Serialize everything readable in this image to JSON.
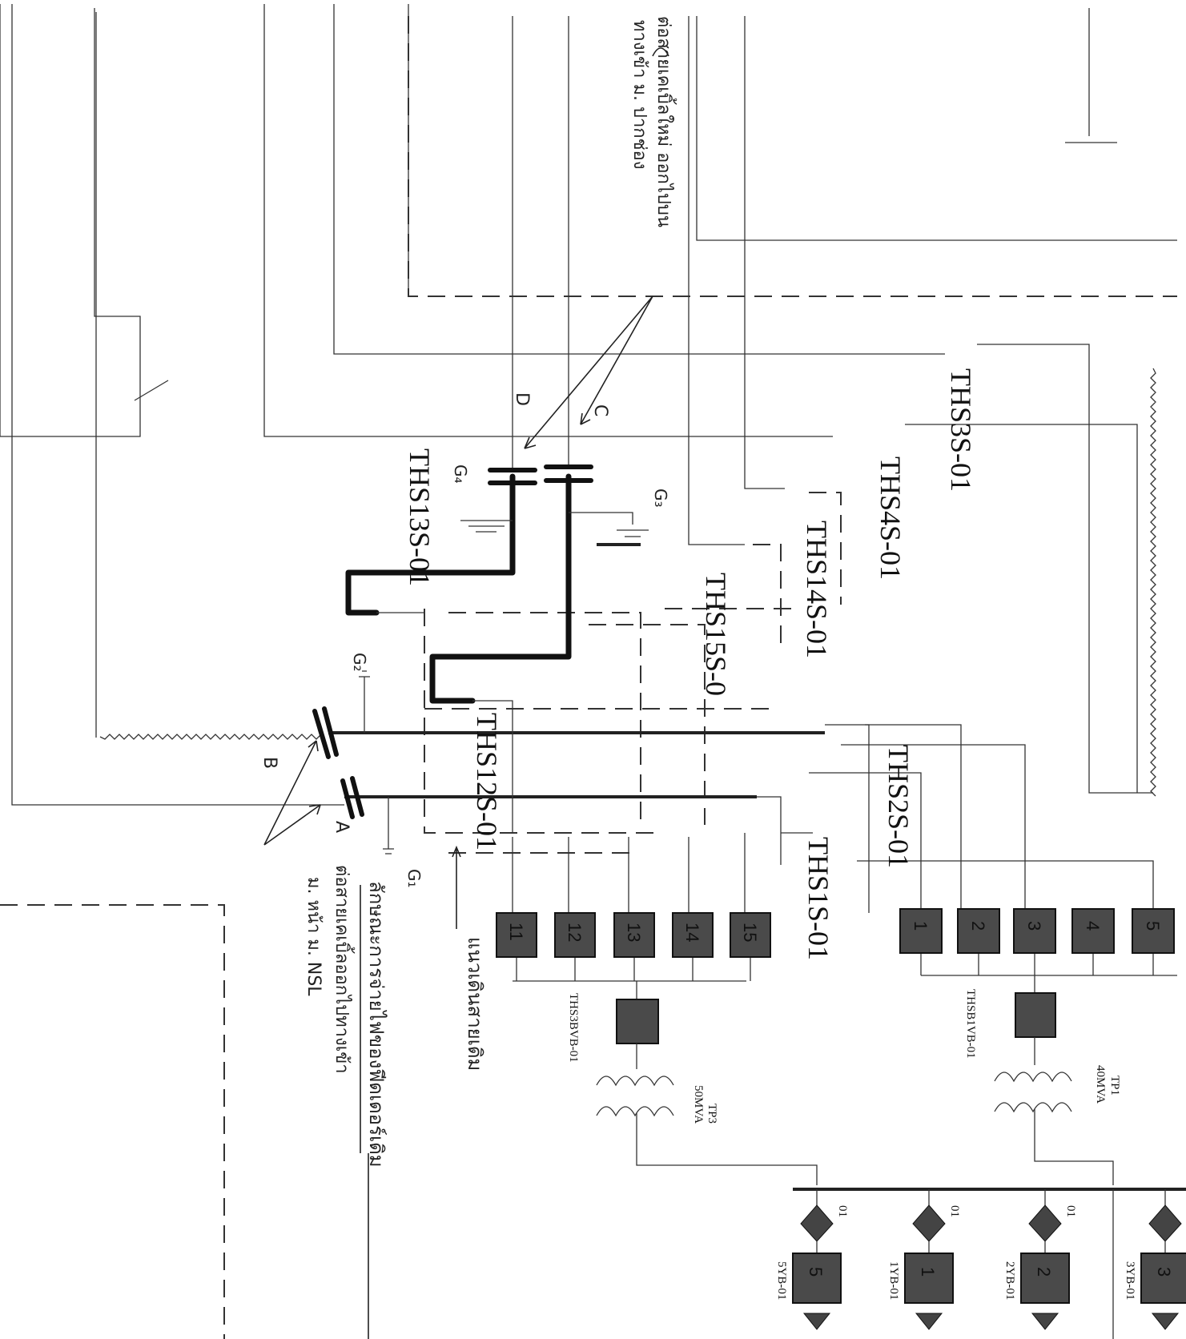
{
  "feeder_labels": [
    {
      "id": "THS3S-01",
      "text": "THS3S-01"
    },
    {
      "id": "THS4S-01",
      "text": "THS4S-01"
    },
    {
      "id": "THS14S-01",
      "text": "THS14S-01"
    },
    {
      "id": "THS15S-0",
      "text": "THS15S-0"
    },
    {
      "id": "THS13S-01",
      "text": "THS13S-01"
    },
    {
      "id": "THS2S-01",
      "text": "THS2S-01"
    },
    {
      "id": "THS12S-01",
      "text": "THS12S-01"
    },
    {
      "id": "THS1S-01",
      "text": "THS1S-01"
    }
  ],
  "bus_a": {
    "name": "THSB1VB-01",
    "breakers": [
      "1",
      "2",
      "3",
      "4",
      "5"
    ]
  },
  "bus_b": {
    "name": "THS3BVB-01",
    "breakers": [
      "11",
      "12",
      "13",
      "14",
      "15"
    ]
  },
  "transformers": [
    {
      "name": "TP1",
      "rating": "40MVA"
    },
    {
      "name": "TP3",
      "rating": "50MVA"
    }
  ],
  "low_side_units": [
    {
      "name": "3YB-01",
      "num": "3",
      "tag": ""
    },
    {
      "name": "2YB-01",
      "num": "2",
      "tag": "01"
    },
    {
      "name": "1YB-01",
      "num": "1",
      "tag": "01"
    },
    {
      "name": "5YB-01",
      "num": "5",
      "tag": "01"
    }
  ],
  "capacitor_marks": {
    "c1": "G₁",
    "c2": "G₂",
    "c3": "G₃",
    "c4": "G₄"
  },
  "point_letters": {
    "a": "A",
    "b": "B",
    "c": "C",
    "d": "D"
  },
  "handwritten_notes": {
    "top_note_line1": "ต่อสายเคเบิ้ลใหม่ ออกไปบน",
    "top_note_line2": "ทางเข้า ม. ปากช่อง",
    "mid_note": "แนวเดินสายเดิม",
    "bottom_note_line1": "ลักษณะการจ่ายไฟของฟีดเดอร์เดิม",
    "bottom_note_line2": "ต่อสายเคเบิ้ลออกไปทางเข้า",
    "bottom_note_line3": "ม. หน้า ม. NSL"
  }
}
